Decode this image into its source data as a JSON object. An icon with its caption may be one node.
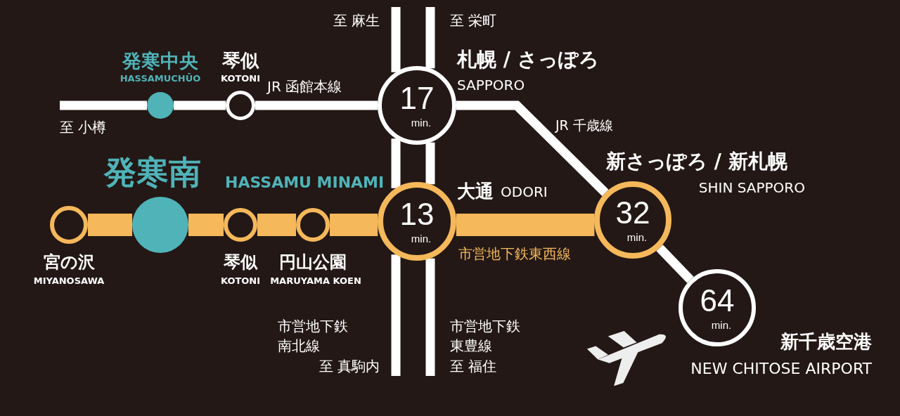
{
  "diagram": {
    "nodes": [
      {
        "text": [],
        "shape": "circle",
        "beside": [
          "発寒中央",
          "HASSAMUCHŪO"
        ]
      },
      {
        "text": [],
        "shape": "circle",
        "beside": [
          "琴似",
          "KOTONI"
        ]
      },
      {
        "text": [
          "17",
          "min."
        ],
        "beside": [
          "札幌 / さっぽろ",
          "SAPPORO"
        ]
      },
      {
        "text": [
          "32",
          "min."
        ],
        "beside": [
          "新さっぽろ / 新札幌",
          "SHIN SAPPORO"
        ]
      },
      {
        "text": [],
        "shape": "circle",
        "beside": [
          "宮の沢",
          "MIYANOSAWA"
        ]
      },
      {
        "text": [],
        "shape": "circle",
        "beside": [
          "発寒南"
        ]
      },
      {
        "text": [],
        "shape": "circle",
        "beside": [
          "琴似",
          "KOTONI"
        ]
      },
      {
        "text": [],
        "shape": "circle",
        "beside": [
          "円山公園",
          "MARUYAMA KOEN"
        ]
      },
      {
        "text": [
          "13",
          "min."
        ],
        "beside": [
          "大通",
          "ODORI"
        ]
      },
      {
        "text": [
          "64",
          "min."
        ],
        "beside": [
          "新千歳空港",
          "NEW CHITOSE AIRPORT"
        ]
      }
    ],
    "edges": [
      {
        "from": null,
        "to": 0,
        "arrow": "none"
      },
      {
        "from": 0,
        "to": 1,
        "arrow": "none"
      },
      {
        "from": 1,
        "to": 2,
        "arrow": "none",
        "label": "JR 函館本線"
      },
      {
        "from": 2,
        "to": 3,
        "arrow": "none",
        "label": "JR 千歳線"
      },
      {
        "from": 3,
        "to": 9,
        "arrow": "none"
      },
      {
        "from": 4,
        "to": 5,
        "arrow": "none",
        "style": "thick",
        "color": "#f5b85a"
      },
      {
        "from": 5,
        "to": 6,
        "arrow": "none",
        "style": "thick",
        "color": "#f5b85a"
      },
      {
        "from": 6,
        "to": 7,
        "arrow": "none",
        "style": "thick",
        "color": "#f5b85a"
      },
      {
        "from": 7,
        "to": 8,
        "arrow": "none",
        "style": "thick",
        "color": "#f5b85a"
      },
      {
        "from": 8,
        "to": 3,
        "arrow": "none",
        "style": "thick",
        "color": "#f5b85a",
        "label": "市営地下鉄東西線"
      },
      {
        "from": null,
        "to": 2,
        "arrow": "none"
      },
      {
        "from": 2,
        "to": 8,
        "arrow": "none"
      },
      {
        "from": 8,
        "to": null,
        "arrow": "none"
      },
      {
        "from": null,
        "to": 2,
        "arrow": "none"
      },
      {
        "from": 2,
        "to": 8,
        "arrow": "none"
      },
      {
        "from": 8,
        "to": null,
        "arrow": "none"
      }
    ],
    "labels": [
      "HASSAMU MINAMI",
      "至 麻生",
      "至 栄町",
      "至 小樽",
      "市営地下鉄南北線",
      "至 真駒内",
      "市営地下鉄東豊線",
      "至 福住"
    ]
  }
}
